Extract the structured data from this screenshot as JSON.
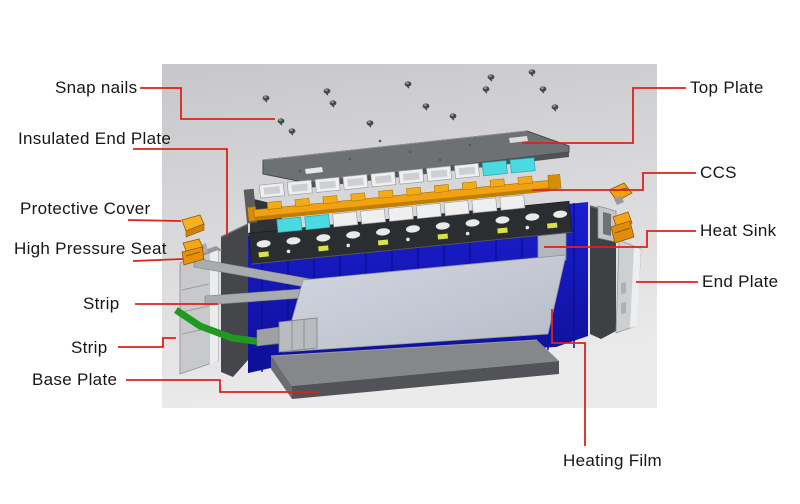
{
  "diagram": {
    "kind": "battery-module-exploded-view",
    "background": "#ffffff",
    "canvas_top_color": "#c9c9cc",
    "canvas_bottom_color": "#ebebed",
    "leader_line_color": "#db2319",
    "label_text_color": "#161616"
  },
  "labels": {
    "snap_nails": "Snap nails",
    "insulated_end_plate": "Insulated End Plate",
    "protective_cover": "Protective Cover",
    "high_pressure_seat": "High Pressure Seat",
    "strip_1": "Strip",
    "strip_2": "Strip",
    "base_plate": "Base Plate",
    "top_plate": "Top Plate",
    "ccs": "CCS",
    "heat_sink": "Heat Sink",
    "end_plate": "End Plate",
    "heating_film": "Heating Film"
  },
  "part_colors": {
    "cells_blue": "#1518c8",
    "busbar_orange": "#f2a210",
    "connector_orange": "#f3a013",
    "ccs_cyan": "#4bd9e2",
    "green_strip": "#1f9a1f",
    "top_plate_gray": "#6e7173",
    "heating_film_gray": "#c5c9d5",
    "base_plate_gray": "#85878a"
  }
}
